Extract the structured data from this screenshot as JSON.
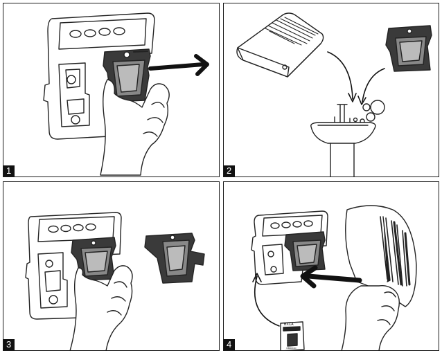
{
  "steps": [
    {
      "number": "1"
    },
    {
      "number": "2"
    },
    {
      "number": "3"
    },
    {
      "number": "4"
    }
  ],
  "cartridge_label": "BXCA",
  "cartridge_sublabel": "VIBRONCI"
}
